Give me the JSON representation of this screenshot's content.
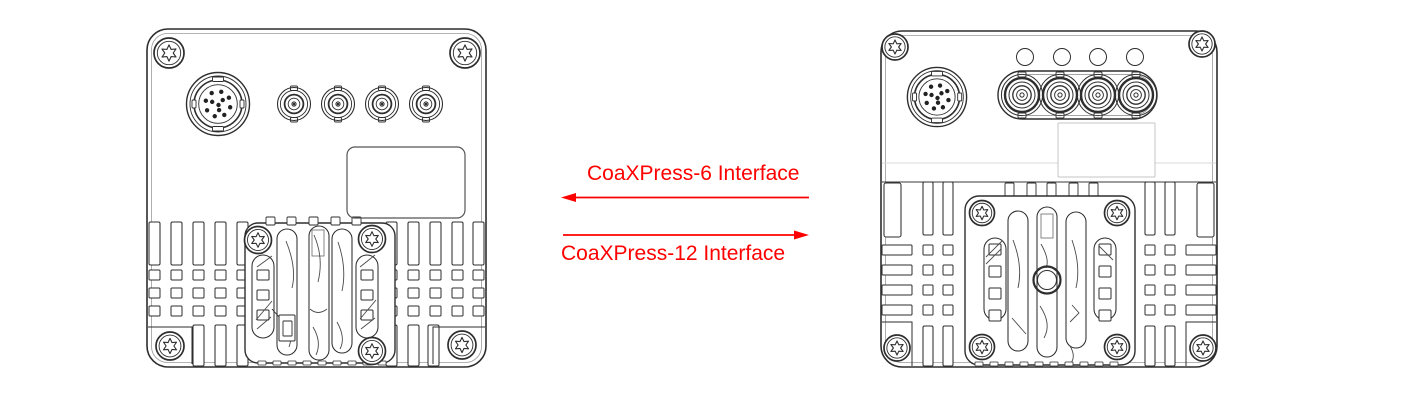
{
  "background": "#ffffff",
  "line_color": "#2e2e2e",
  "light_line_color": "#9a9a9a",
  "accent_color": "#ff0000",
  "annotations": [
    {
      "label": "CoaXPress-6 Interface",
      "direction": "left"
    },
    {
      "label": "CoaXPress-12 Interface",
      "direction": "right"
    }
  ],
  "left_camera": {
    "coax_ports": 4,
    "power_connector_pins": 12,
    "corner_screws": 4,
    "fan_plate_screws": 3
  },
  "right_camera": {
    "coax_ports": 4,
    "status_leds": 4,
    "power_connector_pins": 12,
    "corner_screws": 4,
    "fan_plate_screws": 4
  }
}
